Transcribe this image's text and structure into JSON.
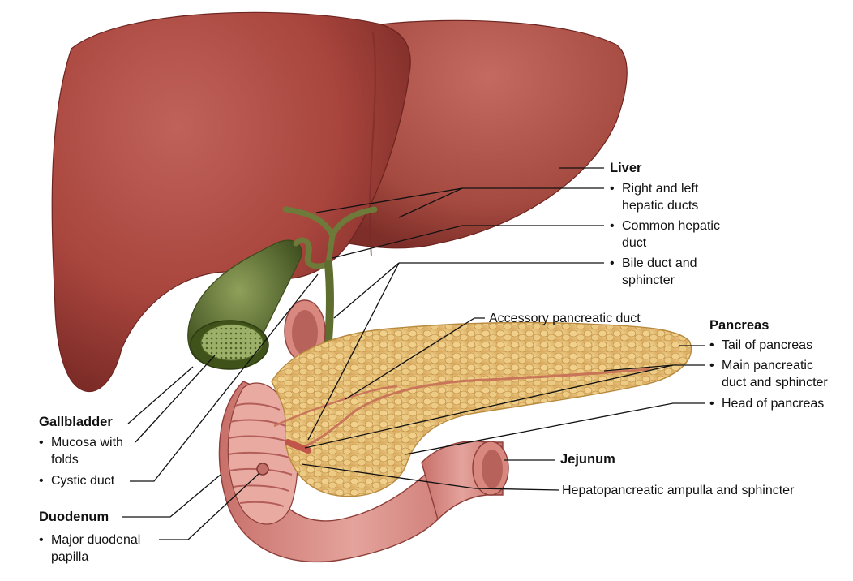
{
  "labels": {
    "liver": "Liver",
    "hepatic_ducts": "Right and left hepatic ducts",
    "common_hepatic": "Common hepatic duct",
    "bile_duct": "Bile duct and sphincter",
    "accessory_pancreatic": "Accessory pancreatic duct",
    "pancreas": "Pancreas",
    "tail_pancreas": "Tail of pancreas",
    "main_pancreatic": "Main pancreatic duct and sphincter",
    "head_pancreas": "Head of pancreas",
    "jejunum": "Jejunum",
    "hepatopancreatic": "Hepatopancreatic ampulla and sphincter",
    "gallbladder": "Gallbladder",
    "mucosa": "Mucosa with folds",
    "cystic_duct": "Cystic duct",
    "duodenum": "Duodenum",
    "papilla": "Major duodenal papilla"
  },
  "label_lines": {
    "hepatic_ducts_1": "Right and left",
    "hepatic_ducts_2": "hepatic ducts",
    "common_hepatic_1": "Common hepatic",
    "common_hepatic_2": "duct",
    "bile_duct_1": "Bile duct and",
    "bile_duct_2": "sphincter",
    "main_pancreatic_1": "Main pancreatic",
    "main_pancreatic_2": "duct and sphincter",
    "mucosa_1": "Mucosa with",
    "mucosa_2": "folds",
    "papilla_1": "Major duodenal",
    "papilla_2": "papilla"
  },
  "bullet": "•",
  "colors": {
    "liver": "#a8453d",
    "liver_dark": "#7a2a26",
    "pancreas": "#e8c27a",
    "pancreas_dark": "#c9974a",
    "duodenum": "#d98880",
    "duodenum_dark": "#a9534e",
    "gallbladder": "#5a6e32",
    "duct": "#6d7a3a"
  }
}
